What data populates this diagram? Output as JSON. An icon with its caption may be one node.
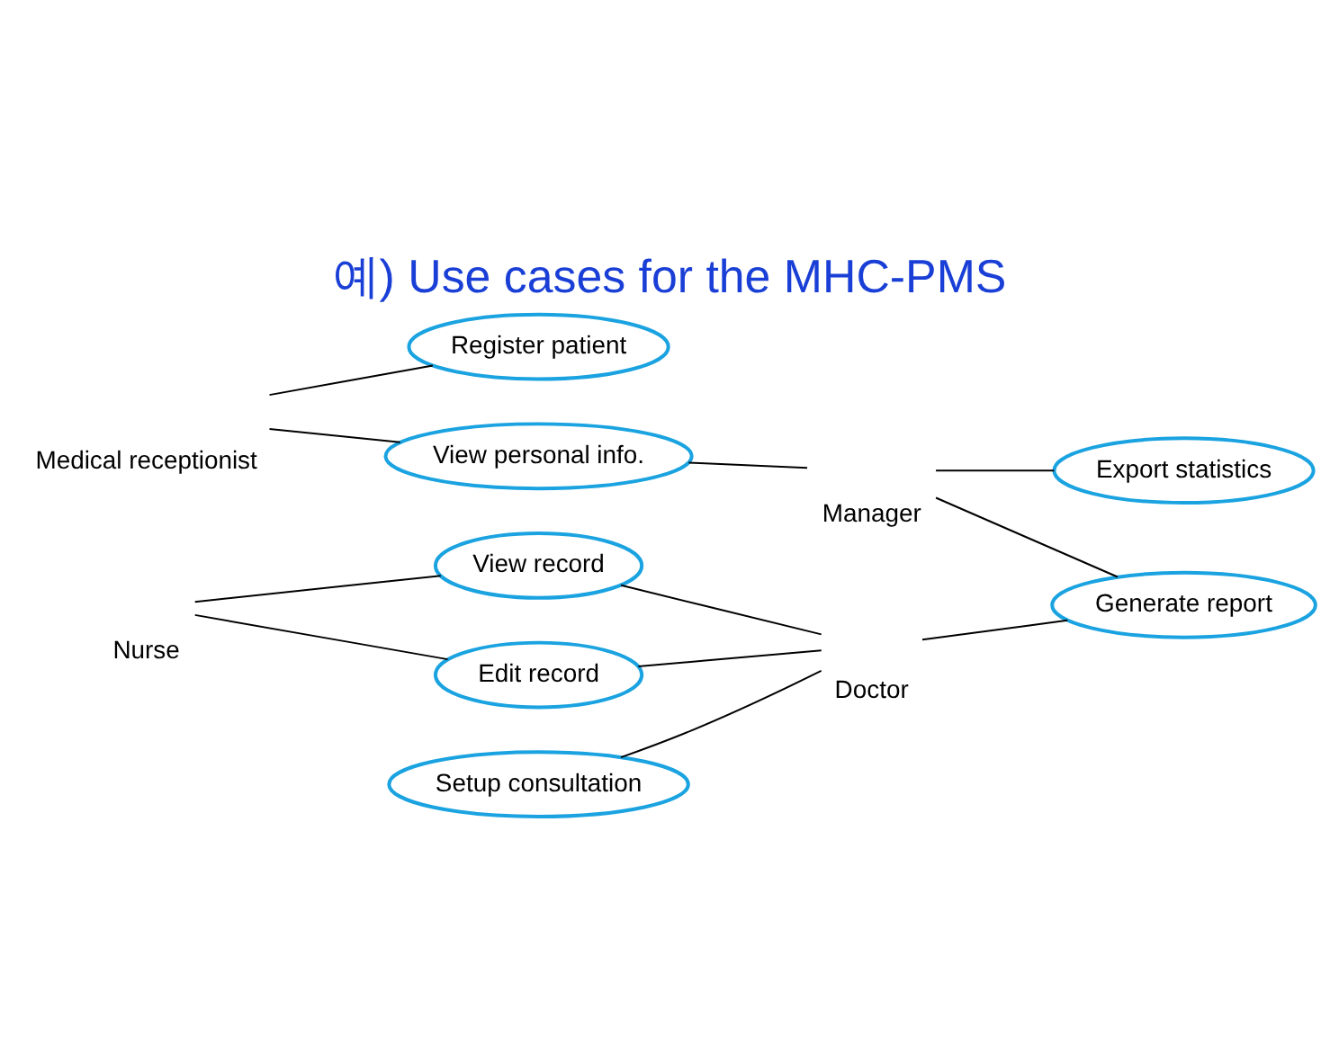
{
  "diagram": {
    "title": "예) Use cases for the MHC-PMS",
    "nodes": [
      {
        "text": [
          "Medical receptionist"
        ]
      },
      {
        "text": [
          "Register patient"
        ]
      },
      {
        "text": [
          "View personal info."
        ]
      },
      {
        "text": [
          "Manager"
        ]
      },
      {
        "text": [
          "Export statistics"
        ]
      },
      {
        "text": [
          "Generate report"
        ]
      },
      {
        "text": [
          "Nurse"
        ]
      },
      {
        "text": [
          "View record"
        ]
      },
      {
        "text": [
          "Edit record"
        ]
      },
      {
        "text": [
          "Doctor"
        ]
      },
      {
        "text": [
          "Setup consultation"
        ]
      }
    ],
    "edges": [
      {
        "from": 0,
        "to": 1,
        "arrow": "none"
      },
      {
        "from": 0,
        "to": 2,
        "arrow": "none"
      },
      {
        "from": 3,
        "to": 2,
        "arrow": "none"
      },
      {
        "from": 3,
        "to": 4,
        "arrow": "none"
      },
      {
        "from": 3,
        "to": 5,
        "arrow": "none"
      },
      {
        "from": 6,
        "to": 7,
        "arrow": "none"
      },
      {
        "from": 6,
        "to": 8,
        "arrow": "none"
      },
      {
        "from": 9,
        "to": 7,
        "arrow": "none"
      },
      {
        "from": 9,
        "to": 8,
        "arrow": "none"
      },
      {
        "from": 9,
        "to": 10,
        "arrow": "none"
      },
      {
        "from": 9,
        "to": 5,
        "arrow": "none"
      }
    ]
  }
}
